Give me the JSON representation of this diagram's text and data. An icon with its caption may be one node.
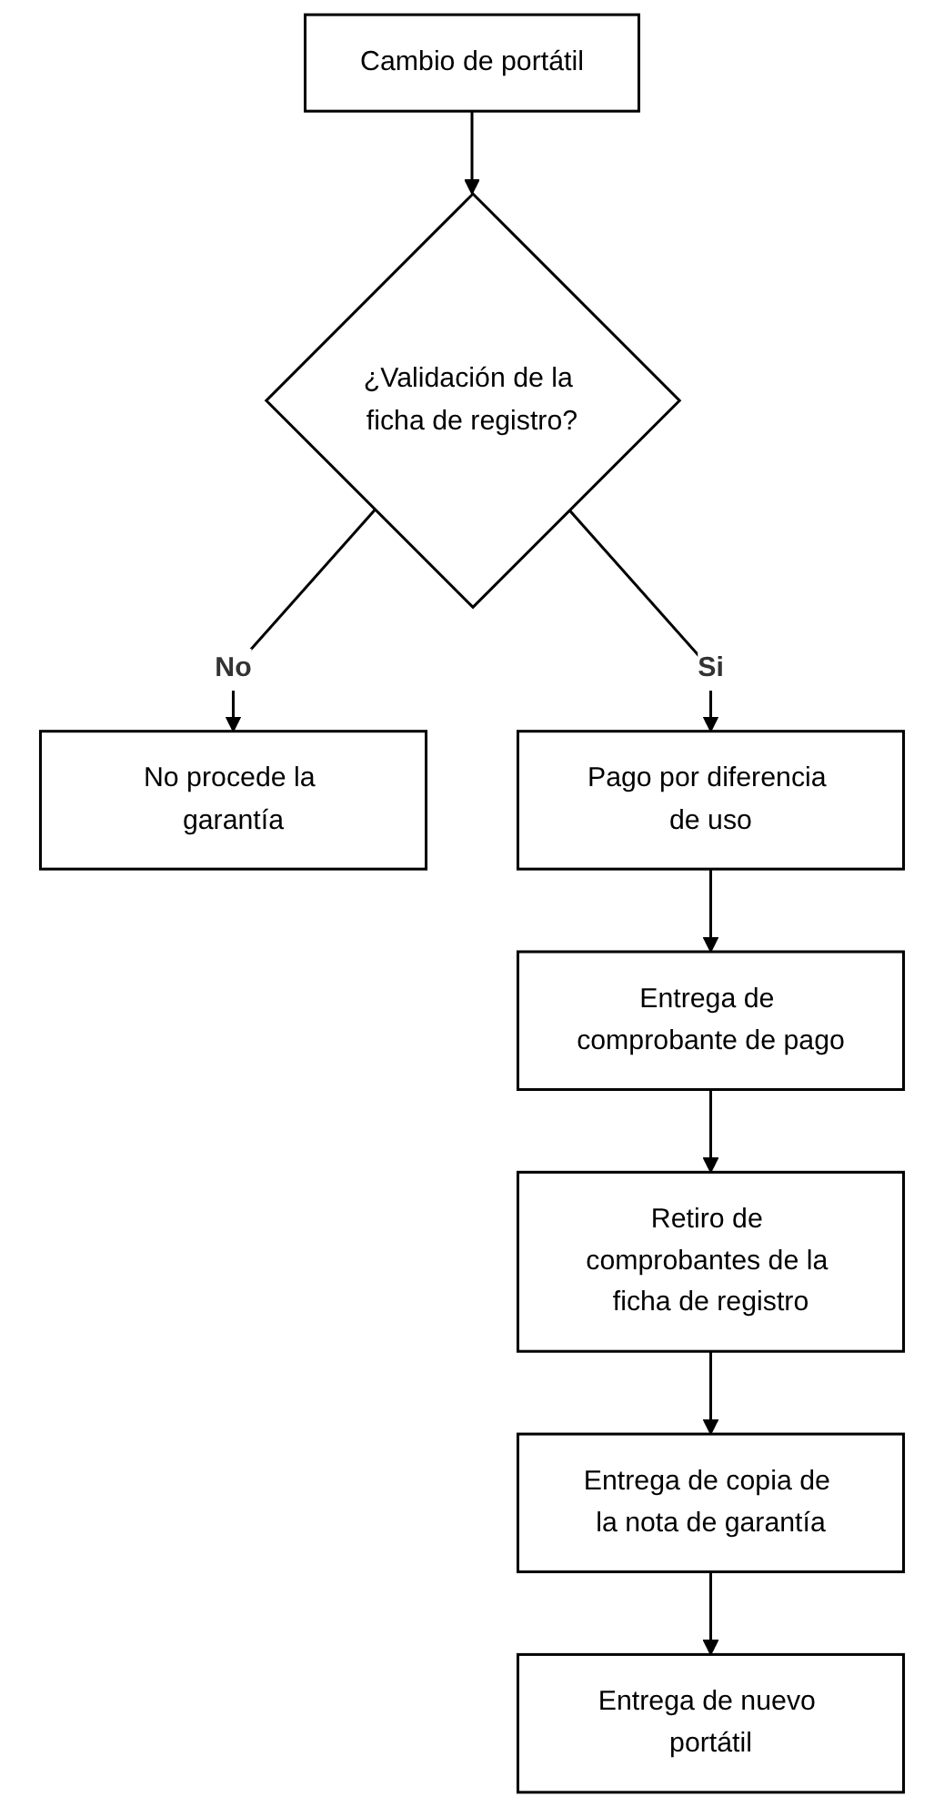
{
  "diagram": {
    "nodes": [
      {
        "text": [
          "Cambio de portátil"
        ]
      },
      {
        "text": [
          "¿Validación de la ficha de registro?"
        ]
      },
      {
        "text": [
          "No procede la garantía"
        ]
      },
      {
        "text": [
          "Pago por diferencia de uso"
        ]
      },
      {
        "text": [
          "Entrega de comprobante de pago"
        ]
      },
      {
        "text": [
          "Retiro de comprobantes de la ficha de registro"
        ]
      },
      {
        "text": [
          "Entrega de copia de la nota de garantía"
        ]
      },
      {
        "text": [
          "Entrega de nuevo portátil"
        ]
      }
    ],
    "edges": [
      {
        "from": 0,
        "to": 1,
        "arrow": "to"
      },
      {
        "from": 1,
        "to": 2,
        "arrow": "to",
        "label": "No"
      },
      {
        "from": 1,
        "to": 3,
        "arrow": "to",
        "label": "Si"
      },
      {
        "from": 3,
        "to": 4,
        "arrow": "to"
      },
      {
        "from": 4,
        "to": 5,
        "arrow": "to"
      },
      {
        "from": 5,
        "to": 6,
        "arrow": "to"
      },
      {
        "from": 6,
        "to": 7,
        "arrow": "to"
      }
    ]
  }
}
